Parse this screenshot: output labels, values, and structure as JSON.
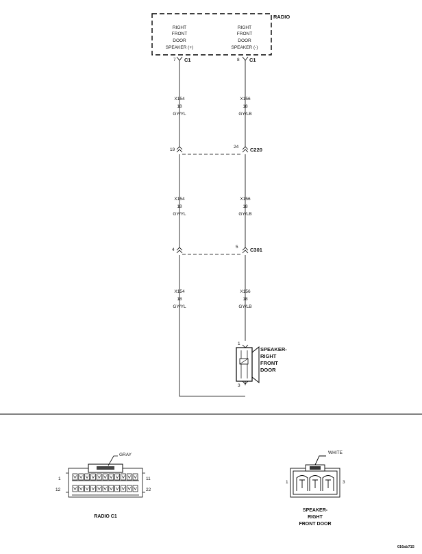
{
  "radio": {
    "label": "RADIO",
    "left_terminal": [
      "RIGHT",
      "FRONT",
      "DOOR",
      "SPEAKER (+)"
    ],
    "right_terminal": [
      "RIGHT",
      "FRONT",
      "DOOR",
      "SPEAKER (-)"
    ],
    "pin_left": "7",
    "pin_right": "8",
    "connector": "C1"
  },
  "wires": {
    "left": {
      "circuit": "X154",
      "gauge": "18",
      "color": "GY/YL"
    },
    "right": {
      "circuit": "X156",
      "gauge": "18",
      "color": "GY/LB"
    }
  },
  "c220": {
    "label": "C220",
    "pin_left": "19",
    "pin_right": "24"
  },
  "c301": {
    "label": "C301",
    "pin_left": "4",
    "pin_right": "5"
  },
  "speaker": {
    "label": [
      "SPEAKER-",
      "RIGHT",
      "FRONT",
      "DOOR"
    ],
    "pin_top": "1",
    "pin_bottom": "3"
  },
  "radio_c1_face": {
    "title": "RADIO C1",
    "color_label": "GRAY",
    "pin_tl": "1",
    "pin_tr": "11",
    "pin_bl": "12",
    "pin_br": "22"
  },
  "speaker_face": {
    "title": [
      "SPEAKER-",
      "RIGHT",
      "FRONT DOOR"
    ],
    "color_label": "WHITE",
    "pin_left": "1",
    "pin_right": "3"
  },
  "figure_id": "016ab715"
}
